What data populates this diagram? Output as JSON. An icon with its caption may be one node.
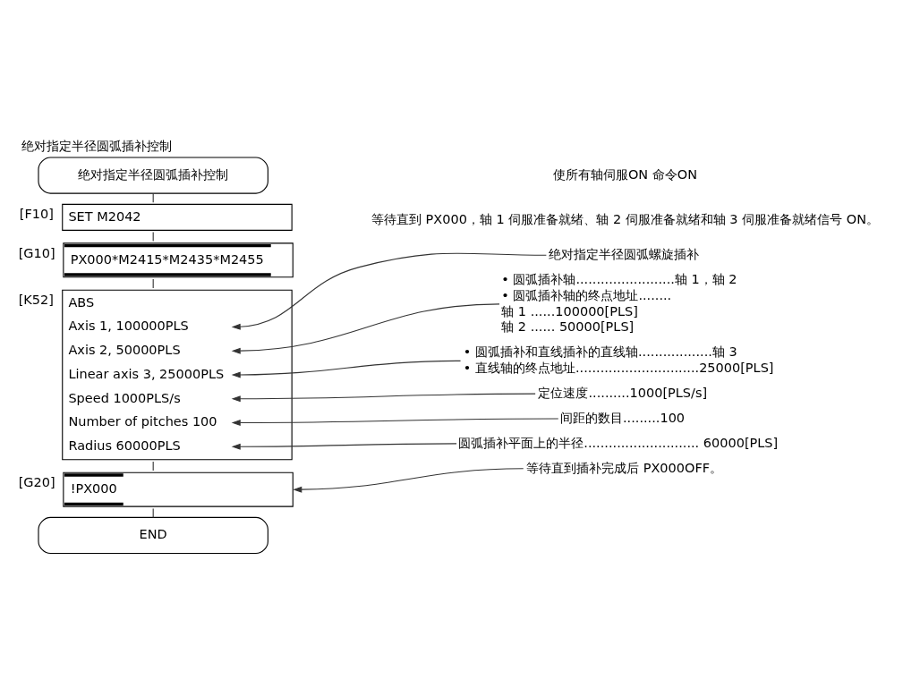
{
  "diagram": {
    "title": "绝对指定半径圆弧插补控制",
    "nodes": [
      {
        "text": [
          "绝对指定半径圆弧插补控制"
        ]
      },
      {
        "text": [
          "SET M2042"
        ],
        "beside": [
          "[F10]"
        ]
      },
      {
        "text": [
          "PX000*M2415*M2435*M2455"
        ],
        "beside": [
          "[G10]"
        ]
      },
      {
        "text": [
          "ABS",
          "Axis 1, 100000PLS",
          "Axis 2, 50000PLS",
          "Linear axis 3, 25000PLS",
          "Speed 1000PLS/s",
          "Number of pitches 100",
          "Radius 60000PLS"
        ],
        "beside": [
          "[K52]"
        ]
      },
      {
        "text": [
          "!PX000"
        ],
        "beside": [
          "[G20]"
        ]
      },
      {
        "text": [
          "END"
        ]
      },
      {
        "text": [
          "绝对指定半径圆弧螺旋插补"
        ]
      },
      {
        "text": [
          "• 圆弧插补轴........................轴 1，轴 2",
          "• 圆弧插补轴的终点地址........",
          "轴 1 ......100000[PLS]",
          "轴 2 ...... 50000[PLS]"
        ]
      },
      {
        "text": [
          "• 圆弧插补和直线插补的直线轴..................轴 3",
          "• 直线轴的终点地址..............................25000[PLS]"
        ]
      },
      {
        "text": [
          "定位速度..........1000[PLS/s]"
        ]
      },
      {
        "text": [
          "间距的数目.........100"
        ]
      },
      {
        "text": [
          "圆弧插补平面上的半径............................ 60000[PLS]"
        ]
      },
      {
        "text": [
          "等待直到插补完成后 PX000OFF。"
        ]
      }
    ],
    "edges": [
      {
        "from": 0,
        "to": 1,
        "arrow": "none"
      },
      {
        "from": 1,
        "to": 2,
        "arrow": "none"
      },
      {
        "from": 2,
        "to": 3,
        "arrow": "none"
      },
      {
        "from": 3,
        "to": 4,
        "arrow": "none"
      },
      {
        "from": 4,
        "to": 5,
        "arrow": "none"
      },
      {
        "from": 6,
        "to": 3,
        "arrow": "to"
      },
      {
        "from": 7,
        "to": 3,
        "arrow": "to"
      },
      {
        "from": 8,
        "to": 3,
        "arrow": "to"
      },
      {
        "from": 9,
        "to": 3,
        "arrow": "to"
      },
      {
        "from": 10,
        "to": 3,
        "arrow": "to"
      },
      {
        "from": 11,
        "to": 3,
        "arrow": "to"
      },
      {
        "from": 12,
        "to": 4,
        "arrow": "to"
      }
    ],
    "labels": [
      "使所有轴伺服ON 命令ON",
      "等待直到 PX000，轴 1 伺服准备就绪、轴 2 伺服准备就绪和轴 3 伺服准备就绪信号 ON。"
    ]
  }
}
